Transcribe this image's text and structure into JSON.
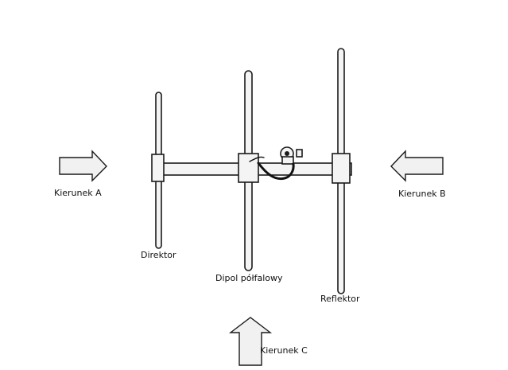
{
  "colors": {
    "ink": "#1a1a1a",
    "element_fill": "#f4f4f4",
    "arrow_fill": "#f1f1f1",
    "cable": "#111111"
  },
  "labels": {
    "direction_a": "Kierunek A",
    "direction_b": "Kierunek B",
    "direction_c": "Kierunek C",
    "director": "Direktor",
    "dipole": "Dipol półfalowy",
    "reflector": "Reflektor"
  }
}
